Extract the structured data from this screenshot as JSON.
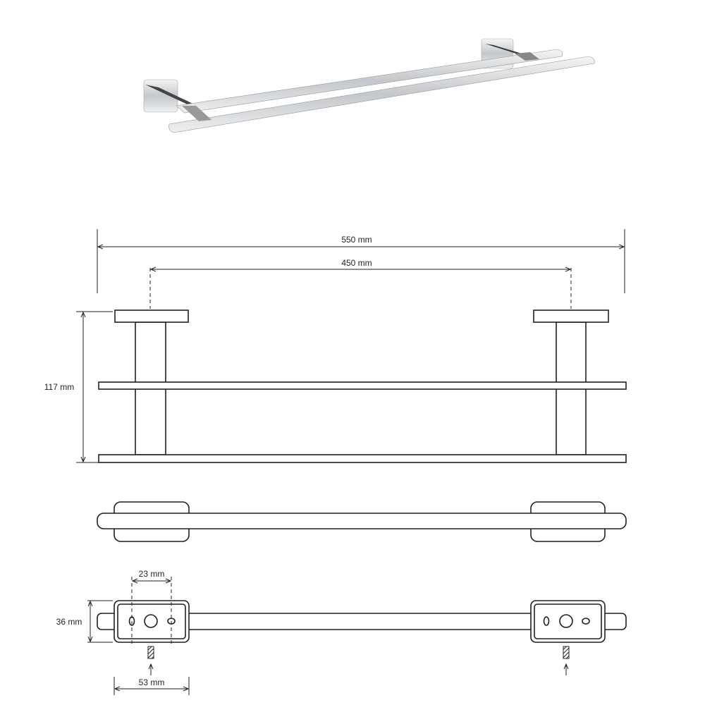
{
  "product_photo": {
    "subject": "towel-bar-photo"
  },
  "dimensions": {
    "overall_length": "550 mm",
    "mount_spacing": "450 mm",
    "height": "117 mm",
    "hole_spacing": "23 mm",
    "plate_height": "36 mm",
    "plate_width": "53 mm"
  },
  "colors": {
    "line": "#231f20",
    "chrome": "#c9ccd0"
  }
}
